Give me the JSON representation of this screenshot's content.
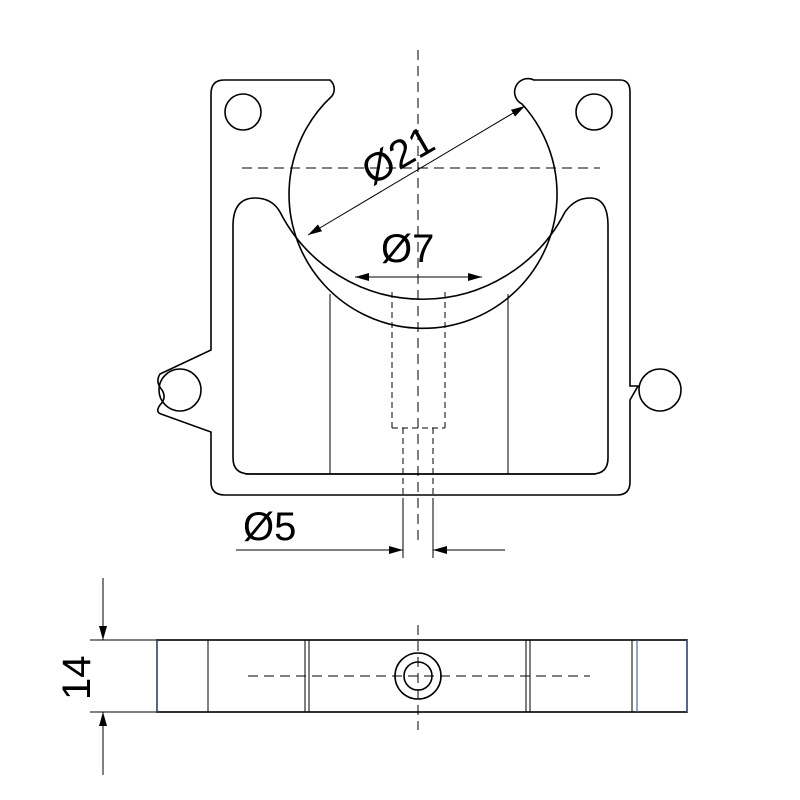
{
  "dimensions": {
    "outer_diameter": "Ø21",
    "bore_diameter": "Ø7",
    "hole_diameter": "Ø5",
    "thickness": "14"
  },
  "colors": {
    "line": "#000000",
    "edge_accent": "#4a6aa0",
    "background": "#ffffff"
  }
}
